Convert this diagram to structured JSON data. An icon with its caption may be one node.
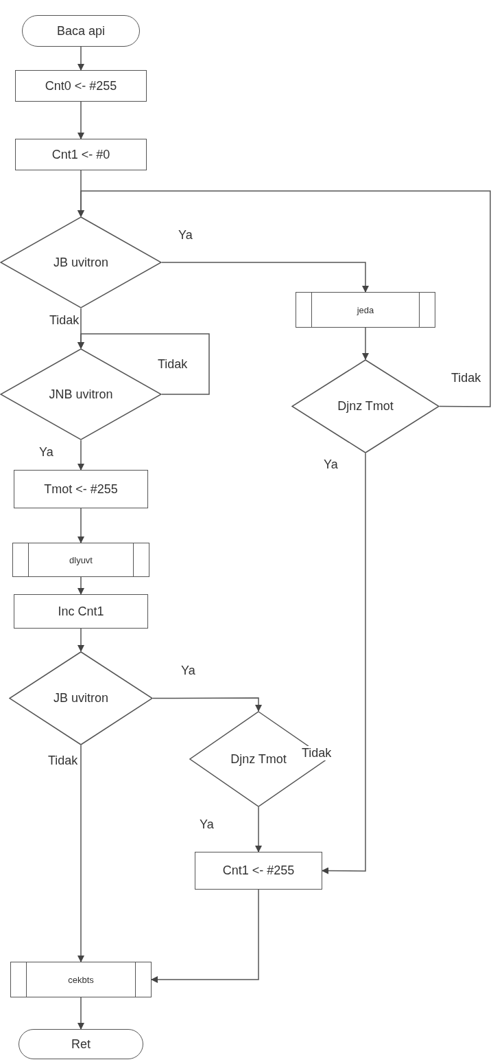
{
  "diagram": {
    "nodes": [
      {
        "text": [
          "Baca api"
        ]
      },
      {
        "text": [
          "Cnt0 <- #255"
        ]
      },
      {
        "text": [
          "Cnt1 <- #0"
        ]
      },
      {
        "text": [
          "JB uvitron"
        ]
      },
      {
        "text": [
          "JNB uvitron"
        ]
      },
      {
        "text": [
          "Tmot <- #255"
        ]
      },
      {
        "text": [
          "dlyuvt"
        ]
      },
      {
        "text": [
          "Inc Cnt1"
        ]
      },
      {
        "text": [
          "JB uvitron"
        ]
      },
      {
        "text": [
          "jeda"
        ]
      },
      {
        "text": [
          "Djnz Tmot"
        ]
      },
      {
        "text": [
          "Djnz Tmot"
        ]
      },
      {
        "text": [
          "Cnt1 <- #255"
        ]
      },
      {
        "text": [
          "cekbts"
        ]
      },
      {
        "text": [
          "Ret"
        ]
      }
    ],
    "edges": [
      {
        "from": 0,
        "to": 1,
        "arrow": "to"
      },
      {
        "from": 1,
        "to": 2,
        "arrow": "to"
      },
      {
        "from": 2,
        "to": 3,
        "arrow": "to"
      },
      {
        "from": 3,
        "to": 9,
        "arrow": "to",
        "label": "Ya"
      },
      {
        "from": 3,
        "to": 4,
        "arrow": "to",
        "label": "Tidak"
      },
      {
        "from": 4,
        "to": 4,
        "arrow": "to",
        "label": "Tidak"
      },
      {
        "from": 4,
        "to": 5,
        "arrow": "to",
        "label": "Ya"
      },
      {
        "from": 5,
        "to": 6,
        "arrow": "to"
      },
      {
        "from": 6,
        "to": 7,
        "arrow": "to"
      },
      {
        "from": 7,
        "to": 8,
        "arrow": "to"
      },
      {
        "from": 8,
        "to": 11,
        "arrow": "to",
        "label": "Ya"
      },
      {
        "from": 8,
        "to": 13,
        "arrow": "to",
        "label": "Tidak"
      },
      {
        "from": 9,
        "to": 10,
        "arrow": "to"
      },
      {
        "from": 10,
        "to": 3,
        "arrow": "to",
        "label": "Tidak"
      },
      {
        "from": 10,
        "to": 12,
        "arrow": "to",
        "label": "Ya"
      },
      {
        "from": 11,
        "to": 12,
        "arrow": "to",
        "label": "Ya"
      },
      {
        "from": 12,
        "to": 13,
        "arrow": "to"
      },
      {
        "from": 13,
        "to": 14,
        "arrow": "to"
      }
    ],
    "labels": [
      "Tidak"
    ]
  }
}
